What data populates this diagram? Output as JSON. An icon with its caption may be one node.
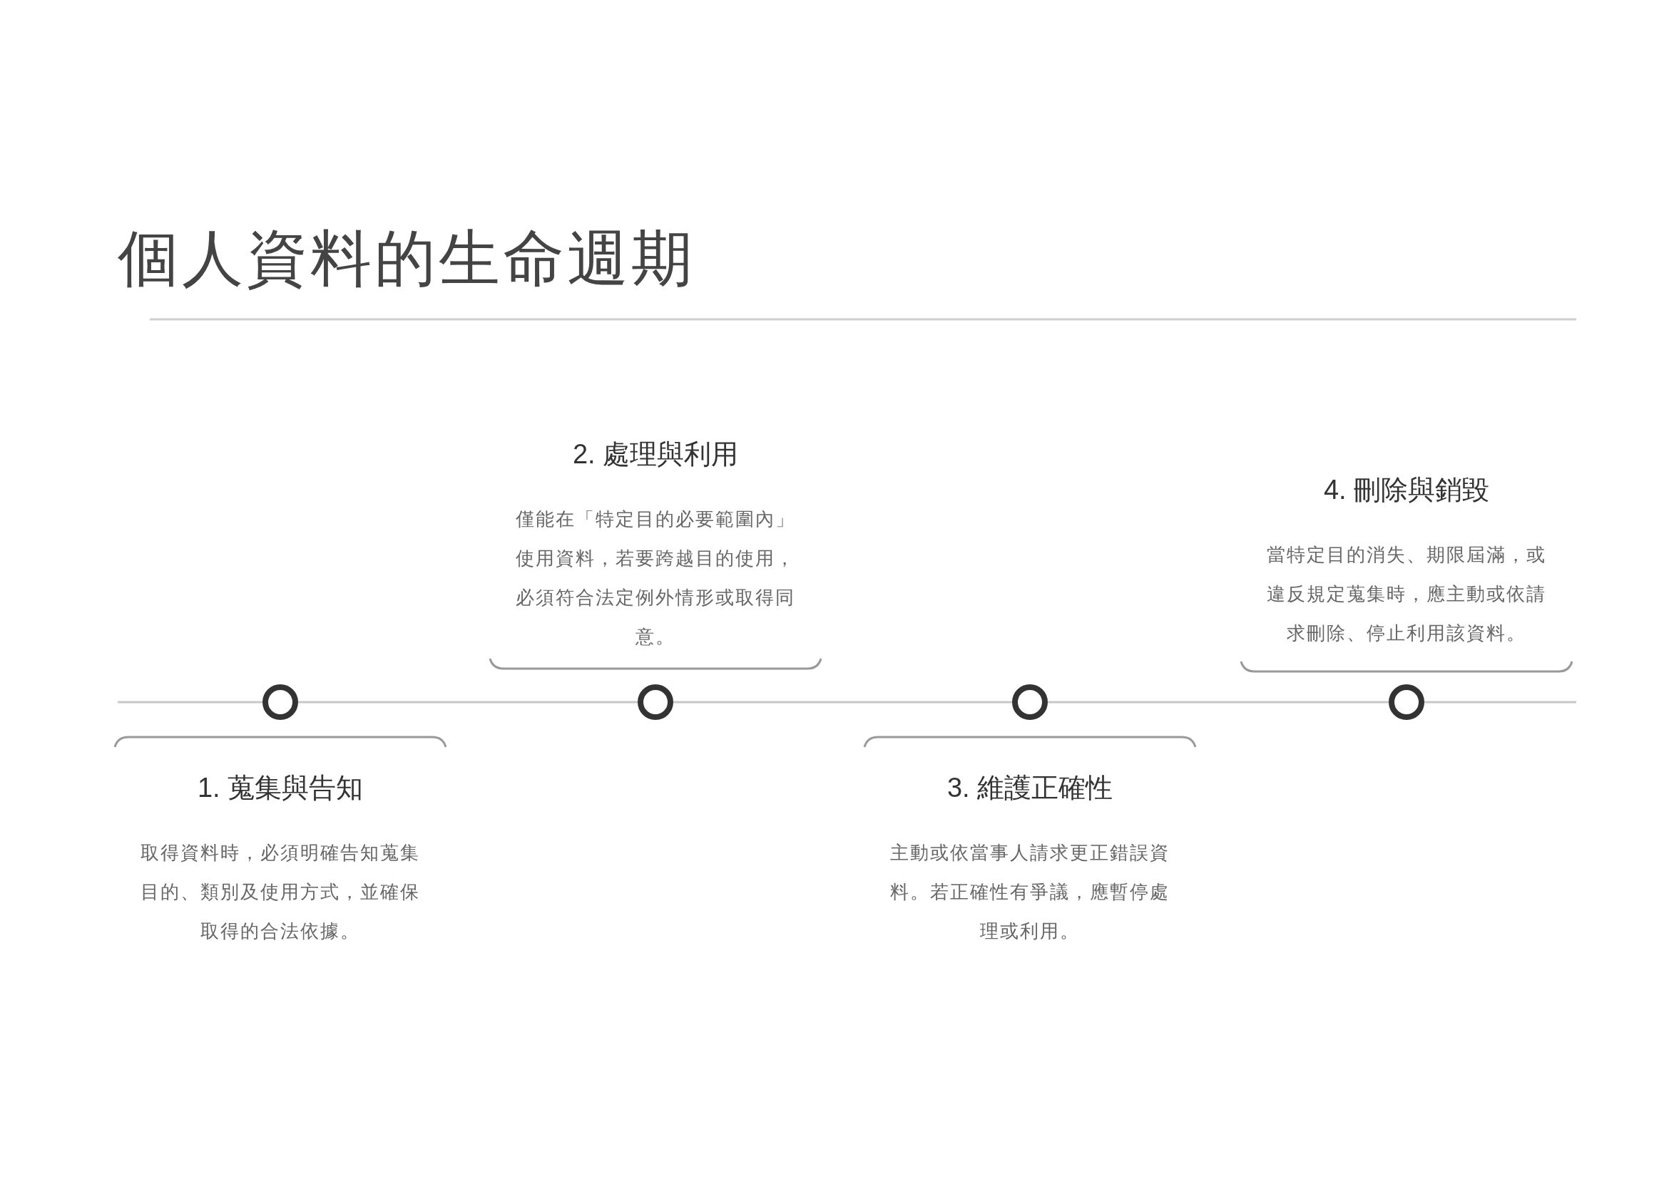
{
  "diagram": {
    "title": "個人資料的生命週期",
    "nodes": [
      {
        "text": [
          "1. 蒐集與告知",
          "取得資料時，必須明確告知蒐集目的、類別及使用方式，並確保取得的合法依據。"
        ]
      },
      {
        "text": [
          "2. 處理與利用",
          "僅能在「特定目的必要範圍內」使用資料，若要跨越目的使用，必須符合法定例外情形或取得同意。"
        ]
      },
      {
        "text": [
          "3. 維護正確性",
          "主動或依當事人請求更正錯誤資料。若正確性有爭議，應暫停處理或利用。"
        ]
      },
      {
        "text": [
          "4. 刪除與銷毀",
          "當特定目的消失、期限屆滿，或違反規定蒐集時，應主動或依請求刪除、停止利用該資料。"
        ]
      },
      {
        "text": [],
        "shape": "circle"
      },
      {
        "text": [],
        "shape": "circle"
      },
      {
        "text": [],
        "shape": "circle"
      },
      {
        "text": [],
        "shape": "circle"
      }
    ],
    "edges": [
      {
        "from": 4,
        "to": 5,
        "arrow": "none"
      },
      {
        "from": 5,
        "to": 6,
        "arrow": "none"
      },
      {
        "from": 6,
        "to": 7,
        "arrow": "none"
      }
    ]
  }
}
